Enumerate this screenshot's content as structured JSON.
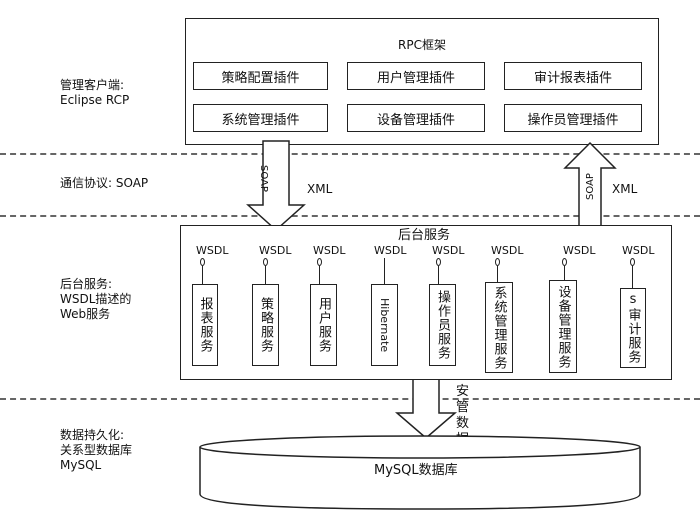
{
  "layers": {
    "client": "管理客户端:\nEclipse RCP",
    "protocol": "通信协议: SOAP",
    "service": "后台服务:\nWSDL描述的\nWeb服务",
    "persistence": "数据持久化:\n关系型数据库\nMySQL"
  },
  "rpc": {
    "title": "RPC框架",
    "plugins": [
      "策略配置插件",
      "用户管理插件",
      "审计报表插件",
      "系统管理插件",
      "设备管理插件",
      "操作员管理插件"
    ]
  },
  "comm": {
    "down_arrow_label": "SOAP",
    "down_xml": "XML",
    "up_arrow_label": "SOAP",
    "up_xml": "XML"
  },
  "backend": {
    "title": "后台服务",
    "wsdl_label": "WSDL",
    "services": [
      "报表服务",
      "策略服务",
      "用户服务",
      "Hibernate",
      "操作员服务",
      "系统管理服务",
      "设备管理服务",
      "s审计服务"
    ]
  },
  "db": {
    "arrow_label": "安管数据",
    "name": "MySQL数据库"
  }
}
